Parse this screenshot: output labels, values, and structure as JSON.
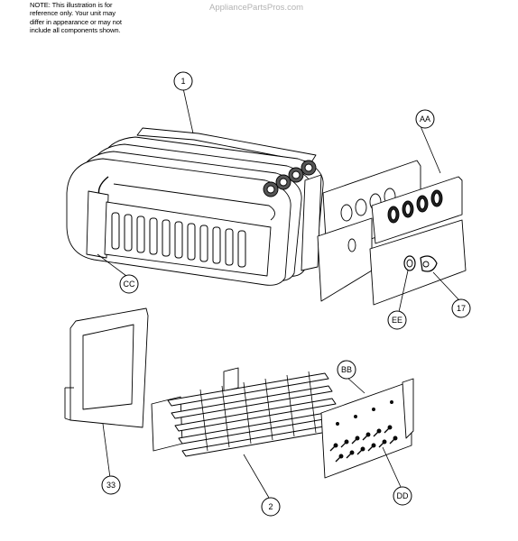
{
  "note": "NOTE: This illustration is for\nreference only. Your unit may\ndiffer in appearance or may not\ninclude all components shown.",
  "watermark": "AppliancePartsPros.com",
  "callouts": {
    "c1": "1",
    "aa": "AA",
    "cc": "CC",
    "ee": "EE",
    "c17": "17",
    "bb": "BB",
    "c33": "33",
    "c2": "2",
    "dd": "DD"
  },
  "colors": {
    "line": "#000000",
    "watermark": "#b3b3b3"
  }
}
